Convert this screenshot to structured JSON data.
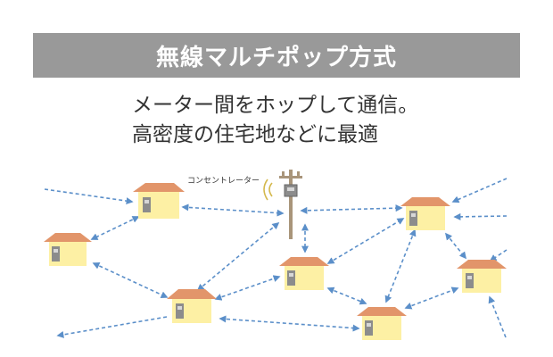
{
  "title": "無線マルチポップ方式",
  "description": {
    "line1": "メーター間をホップして通信。",
    "line2": "高密度の住宅地などに最適"
  },
  "concentrator_label": "コンセントレーター",
  "colors": {
    "title_bar": "#999999",
    "house_wall": "#fdf0a4",
    "house_roof": "#e2956a",
    "arrow": "#5b8fc9",
    "meter": "#8c8c8c"
  }
}
